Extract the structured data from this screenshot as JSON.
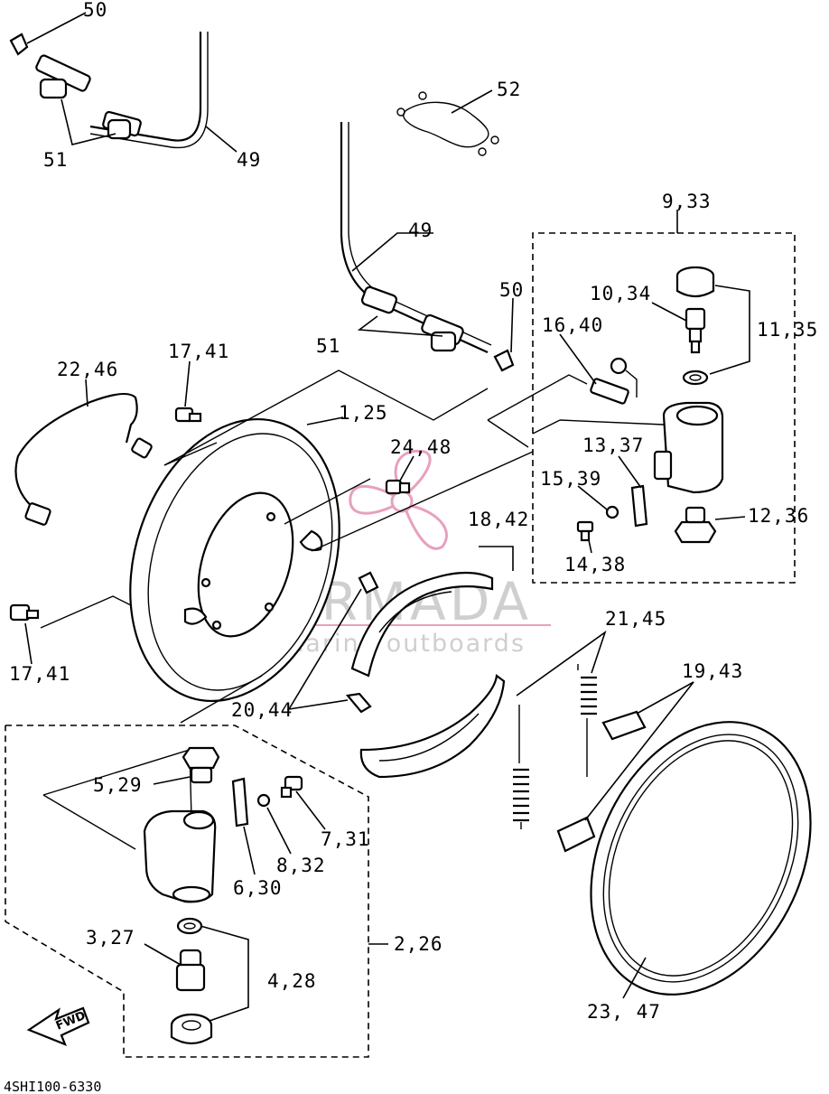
{
  "diagram": {
    "drawing_code": "4SHI100-6330",
    "watermark": {
      "title": "ARMADA",
      "subtitle": "marine outboards",
      "accent": "#e8a0bf"
    },
    "fwd_label": "FWD",
    "callouts": {
      "c50_top": "50",
      "c51_top": "51",
      "c49_top": "49",
      "c52": "52",
      "c9_33": "9,33",
      "c49_mid": "49",
      "c50_mid": "50",
      "c10_34": "10,34",
      "c11_35": "11,35",
      "c16_40": "16,40",
      "c51_mid": "51",
      "c22_46": "22,46",
      "c17_41_top": "17,41",
      "c1_25": "1,25",
      "c24_48": "24,48",
      "c13_37": "13,37",
      "c15_39": "15,39",
      "c12_36": "12,36",
      "c18_42": "18,42",
      "c14_38": "14,38",
      "c17_41_bot": "17,41",
      "c21_45": "21,45",
      "c19_43": "19,43",
      "c20_44": "20,44",
      "c5_29": "5,29",
      "c7_31": "7,31",
      "c8_32": "8,32",
      "c6_30": "6,30",
      "c2_26": "2,26",
      "c3_27": "3,27",
      "c4_28": "4,28",
      "c23_47": "23, 47"
    }
  }
}
